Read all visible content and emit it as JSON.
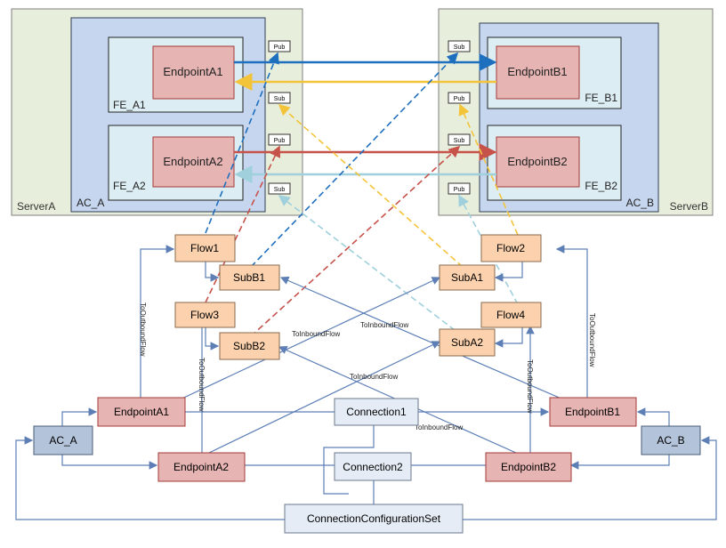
{
  "servers": {
    "a": "ServerA",
    "b": "ServerB"
  },
  "app_containers": {
    "a": "AC_A",
    "b": "AC_B"
  },
  "frontends": {
    "a1": "FE_A1",
    "a2": "FE_A2",
    "b1": "FE_B1",
    "b2": "FE_B2"
  },
  "endpoints": {
    "a1": "EndpointA1",
    "a2": "EndpointA2",
    "b1": "EndpointB1",
    "b2": "EndpointB2"
  },
  "tags": {
    "pub": "Pub",
    "sub": "Sub"
  },
  "flows": {
    "f1": "Flow1",
    "f2": "Flow2",
    "f3": "Flow3",
    "f4": "Flow4"
  },
  "subs": {
    "b1": "SubB1",
    "a1": "SubA1",
    "b2": "SubB2",
    "a2": "SubA2"
  },
  "connections": {
    "c1": "Connection1",
    "c2": "Connection2"
  },
  "config_set": "ConnectionConfigurationSet",
  "edge_labels": {
    "to_outbound": "ToOutboundFlow",
    "to_inbound": "ToInboundFlow"
  },
  "colors": {
    "server_fill": "#e8eedc",
    "ac_fill": "#c6d6ee",
    "fe_fill": "#dcedf3",
    "endpoint_fill": "#e6b4b2",
    "flow_fill": "#fbd2ad",
    "ac_node_fill": "#b3c3d9",
    "conn_fill": "#e5ecf5",
    "blue": "#1f6fbf",
    "gold": "#f3c43a",
    "red": "#c6524a",
    "lightblue": "#9fd0dc",
    "connector": "#5d7fb6"
  }
}
